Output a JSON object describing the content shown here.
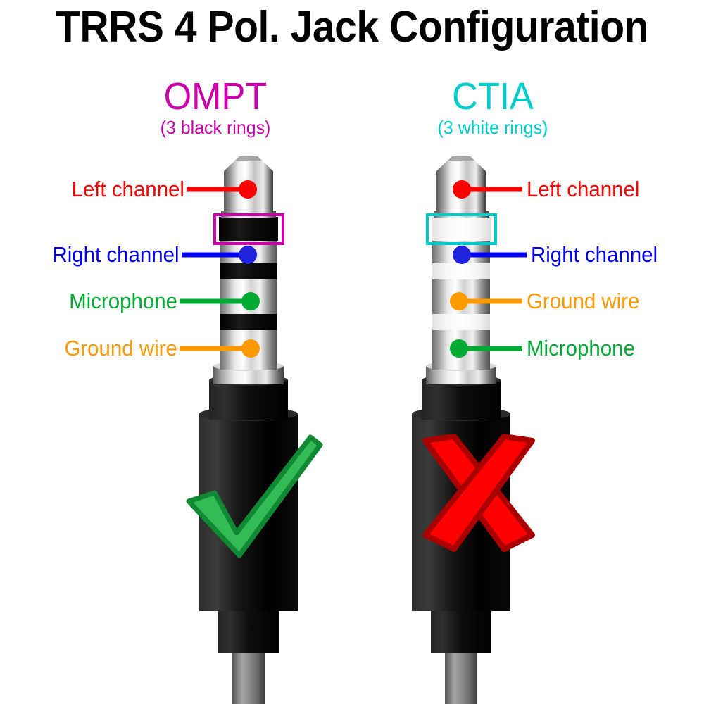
{
  "title": "TRRS 4 Pol. Jack Configuration",
  "colors": {
    "left_accent": "#CC00AA",
    "right_accent": "#00CCCC",
    "left_channel": "#FF0000",
    "right_channel": "#0000EE",
    "microphone": "#00AA33",
    "ground_wire": "#FF9900",
    "check_fill": "#33BB55",
    "check_stroke": "#118833",
    "cross_fill": "#FF0000",
    "cross_stroke": "#AA0000",
    "background": "#FFFFFF",
    "text": "#000000"
  },
  "columns": [
    {
      "id": "ompt",
      "name": "OMPT",
      "subtitle": "(3 black rings)",
      "accent": "#CC00AA",
      "ring_color": "black",
      "verdict": "check",
      "labels": [
        {
          "text": "Left channel",
          "color": "#FF0000",
          "side": "left"
        },
        {
          "text": "Right channel",
          "color": "#0000EE",
          "side": "left"
        },
        {
          "text": "Microphone",
          "color": "#00AA33",
          "side": "left"
        },
        {
          "text": "Ground wire",
          "color": "#FF9900",
          "side": "left"
        }
      ]
    },
    {
      "id": "ctia",
      "name": "CTIA",
      "subtitle": "(3 white rings)",
      "accent": "#00CCCC",
      "ring_color": "white",
      "verdict": "cross",
      "labels": [
        {
          "text": "Left channel",
          "color": "#FF0000",
          "side": "right"
        },
        {
          "text": "Right channel",
          "color": "#0000EE",
          "side": "right"
        },
        {
          "text": "Ground wire",
          "color": "#FF9900",
          "side": "right"
        },
        {
          "text": "Microphone",
          "color": "#00AA33",
          "side": "right"
        }
      ]
    }
  ]
}
